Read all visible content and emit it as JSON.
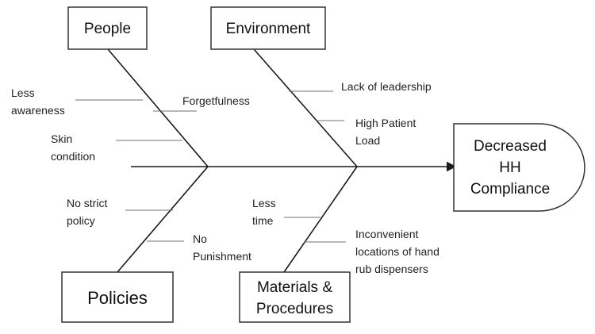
{
  "categories": {
    "people": "People",
    "environment": "Environment",
    "policies": "Policies",
    "materials": [
      "Materials &",
      "Procedures"
    ]
  },
  "effect": [
    "Decreased",
    "HH",
    "Compliance"
  ],
  "causes": {
    "less_awareness": [
      "Less",
      "awareness"
    ],
    "forgetfulness": "Forgetfulness",
    "skin_condition": [
      "Skin",
      "condition"
    ],
    "lack_of_leadership": "Lack of leadership",
    "high_patient_load": [
      "High Patient",
      "Load"
    ],
    "no_strict_policy": [
      "No strict",
      "policy"
    ],
    "no_punishment": [
      "No",
      "Punishment"
    ],
    "less_time": [
      "Less",
      "time"
    ],
    "inconvenient_locations": [
      "Inconvenient",
      "locations of hand",
      "rub dispensers"
    ]
  }
}
